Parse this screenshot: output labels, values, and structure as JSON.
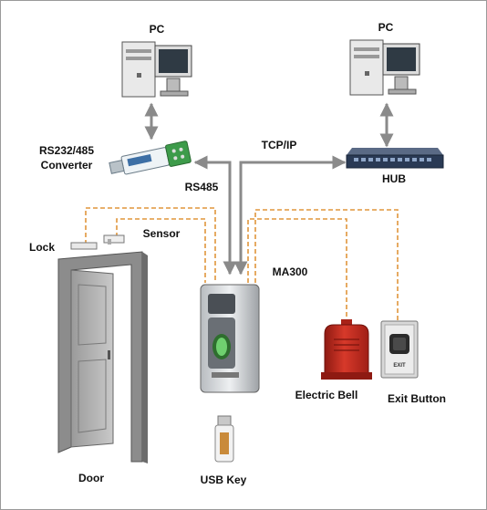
{
  "labels": {
    "pc_left": "PC",
    "pc_right": "PC",
    "converter_line1": "RS232/485",
    "converter_line2": "Converter",
    "tcpip": "TCP/IP",
    "hub": "HUB",
    "rs485": "RS485",
    "lock": "Lock",
    "sensor": "Sensor",
    "ma300": "MA300",
    "door": "Door",
    "usb_key": "USB Key",
    "electric_bell": "Electric Bell",
    "exit_button": "Exit Button",
    "exit_button_face": "EXIT"
  },
  "colors": {
    "dashed_wire": "#e0963c",
    "arrow_line": "#8a8a8a",
    "door_frame": "#8c8c8c",
    "bell": "#c0281c",
    "hub": "#2a3a55"
  }
}
